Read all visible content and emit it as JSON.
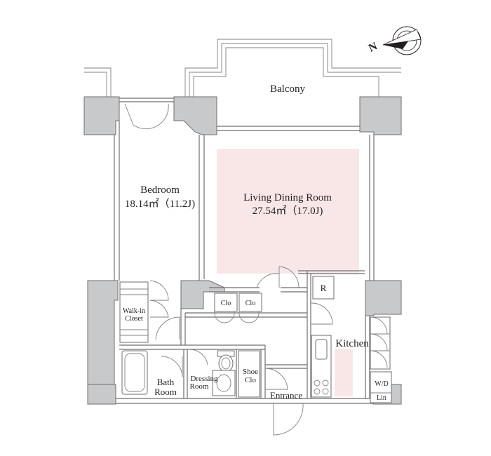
{
  "floor_plan": {
    "rooms": {
      "balcony": {
        "label": "Balcony"
      },
      "bedroom": {
        "label": "Bedroom",
        "area": "18.14㎡（11.2J)"
      },
      "living": {
        "label": "Living Dining Room",
        "area": "27.54㎡（17.0J)"
      },
      "kitchen": {
        "label": "Kitchen"
      },
      "bath": {
        "label_line1": "Bath",
        "label_line2": "Room"
      },
      "dressing": {
        "label_line1": "Dressing",
        "label_line2": "Room"
      },
      "shoe_clo": {
        "label_line1": "Shoe",
        "label_line2": "Clo"
      },
      "entrance": {
        "label": "Entrance"
      },
      "walk_in": {
        "label_line1": "Walk-in",
        "label_line2": "Closet"
      }
    },
    "fixtures": {
      "clo_left": "Clo",
      "clo_right": "Clo",
      "refrigerator": "R",
      "washer_dryer": "W/D",
      "linen": "Lin"
    },
    "compass": {
      "north_letter": "N",
      "icon": "north-compass-icon"
    },
    "colors": {
      "accent_floor": "#f9e7e7",
      "wall": "#c8c9ca",
      "line": "#6d6e71"
    }
  }
}
